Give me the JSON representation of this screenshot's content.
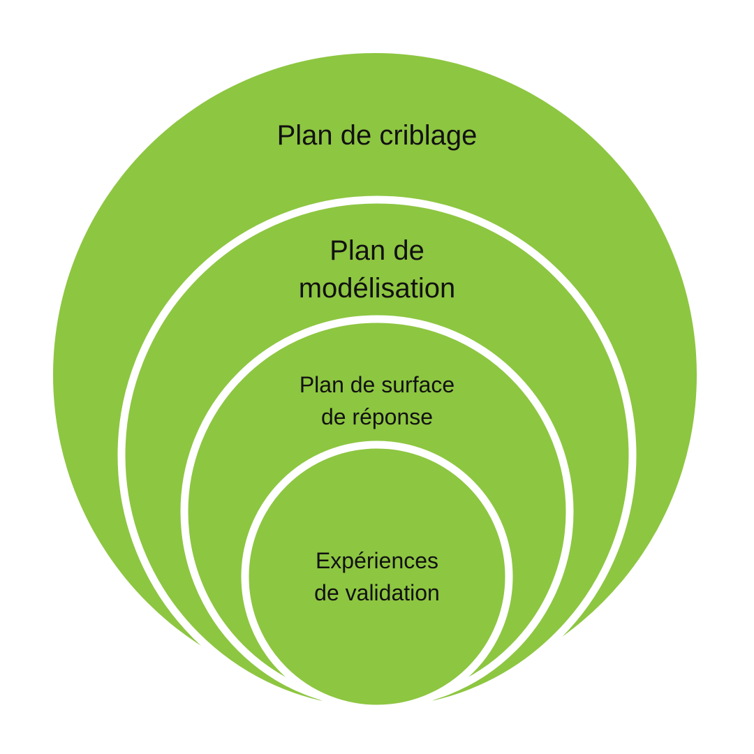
{
  "colors": {
    "circle_fill": "#8dc641",
    "ring": "#ffffff",
    "text": "#111111"
  },
  "levels": [
    {
      "lines": [
        "Plan de criblage"
      ]
    },
    {
      "lines": [
        "Plan de",
        "modélisation"
      ]
    },
    {
      "lines": [
        "Plan de surface",
        "de réponse"
      ]
    },
    {
      "lines": [
        "Expériences",
        "de validation"
      ]
    }
  ]
}
